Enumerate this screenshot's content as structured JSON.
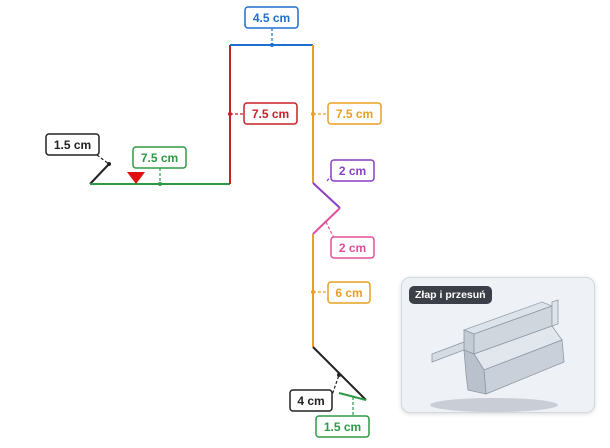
{
  "dimensions": {
    "top_width": "4.5 cm",
    "left_wall": "7.5 cm",
    "right_wall": "7.5 cm",
    "bottom_flange": "7.5 cm",
    "hem_left": "1.5 cm",
    "notch_upper": "2 cm",
    "notch_lower": "2 cm",
    "lower_wall": "6 cm",
    "diag_foot": "4 cm",
    "hem_foot": "1.5 cm"
  },
  "colors": {
    "top_width": "#1f6fd1",
    "left_wall": "#c8202a",
    "right_wall": "#e8a024",
    "bottom_flange": "#2e9a46",
    "hem_left": "#222222",
    "notch_upper": "#8a3fc4",
    "notch_lower": "#e0509a",
    "lower_wall": "#e8a024",
    "diag_foot": "#222222",
    "hem_foot": "#2e9a46",
    "marker": "#e01010"
  },
  "preview": {
    "badge": "Złap i przesuń",
    "icon": "3d-profile-preview"
  }
}
